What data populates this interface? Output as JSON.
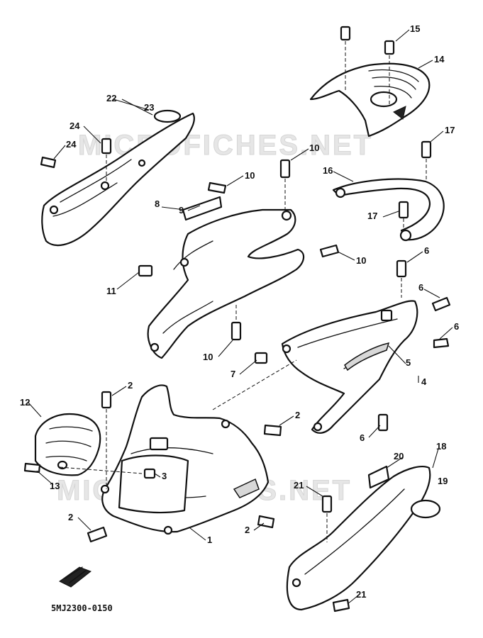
{
  "watermark": "MICROFICHES.NET",
  "diagram_code": "5MJ2300-0150",
  "callouts": {
    "n1": "1",
    "n2a": "2",
    "n2b": "2",
    "n2c": "2",
    "n2d": "2",
    "n3": "3",
    "n4": "4",
    "n5": "5",
    "n6a": "6",
    "n6b": "6",
    "n6c": "6",
    "n6d": "6",
    "n7": "7",
    "n8": "8",
    "n9": "9",
    "n10a": "10",
    "n10b": "10",
    "n10c": "10",
    "n10d": "10",
    "n11": "11",
    "n12": "12",
    "n13": "13",
    "n14": "14",
    "n15": "15",
    "n16": "16",
    "n17a": "17",
    "n17b": "17",
    "n18": "18",
    "n19": "19",
    "n20": "20",
    "n21a": "21",
    "n21b": "21",
    "n22": "22",
    "n23": "23",
    "n24a": "24",
    "n24b": "24"
  }
}
